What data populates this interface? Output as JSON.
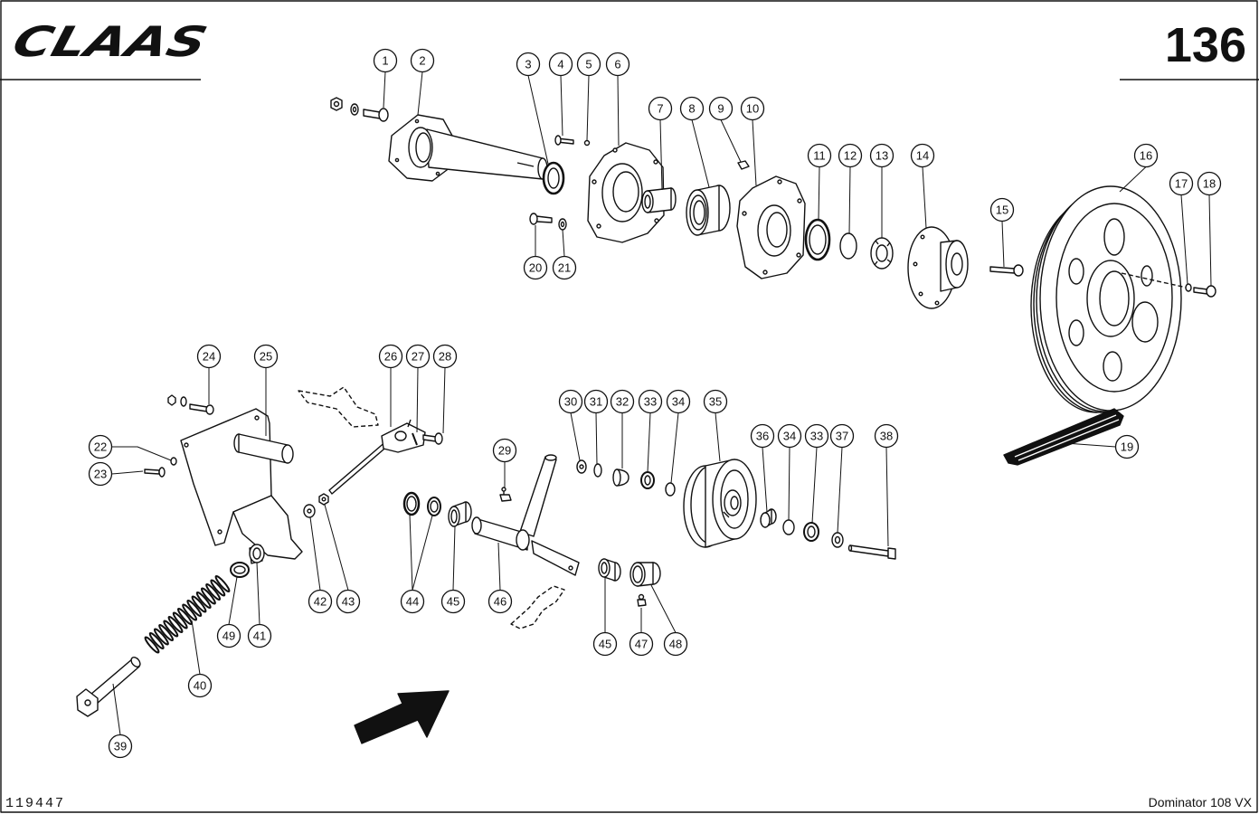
{
  "header": {
    "logo_text": "CLAAS",
    "page_number": "136"
  },
  "footer": {
    "drawing_number": "119447",
    "model": "Dominator 108 VX"
  },
  "callouts": [
    "1",
    "2",
    "3",
    "4",
    "5",
    "6",
    "7",
    "8",
    "9",
    "10",
    "11",
    "12",
    "13",
    "14",
    "15",
    "16",
    "17",
    "18",
    "19",
    "20",
    "21",
    "22",
    "23",
    "24",
    "25",
    "26",
    "27",
    "28",
    "29",
    "30",
    "31",
    "32",
    "33",
    "34",
    "35",
    "36",
    "34",
    "33",
    "37",
    "38",
    "39",
    "40",
    "41",
    "49",
    "42",
    "43",
    "44",
    "45",
    "46",
    "45",
    "47",
    "48"
  ],
  "colors": {
    "ink": "#111111",
    "paper": "#ffffff"
  }
}
